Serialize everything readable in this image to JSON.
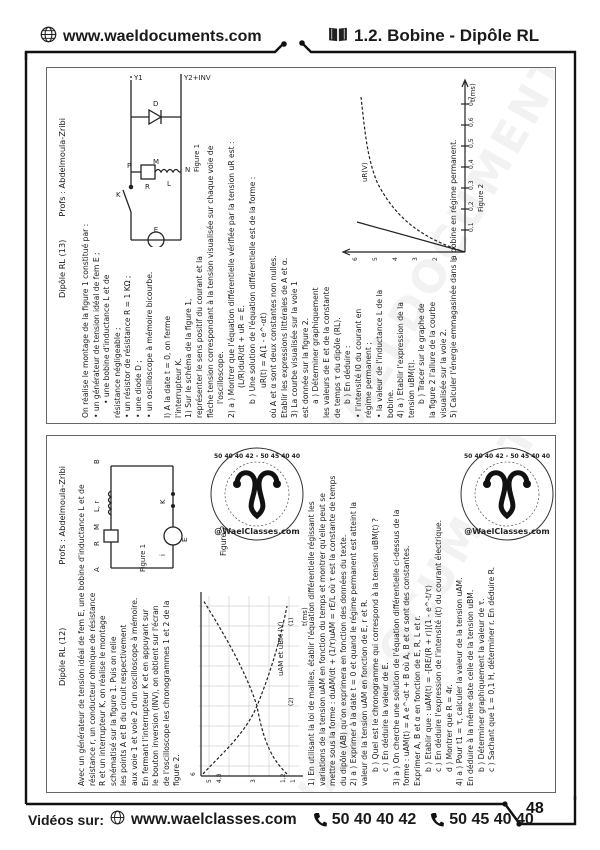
{
  "header": {
    "site": "www.waeldocuments.com",
    "chapter": "1.2. Bobine - Dipôle RL",
    "globe_icon": "globe-icon",
    "book_icon": "book-icon"
  },
  "footer": {
    "videos_label": "Vidéos sur:",
    "site": "www.waelclasses.com",
    "phone1": "50 40 40 42",
    "phone2": "50 45 40 40",
    "page_number": "48"
  },
  "stamp": {
    "ring_text": "50 40 40 42 - 50 45 40 40",
    "site": "@WaelClasses.com"
  },
  "exercise_13": {
    "title": "Dipôle RL (13)",
    "profs": "Profs : Abdelmoula-Zribi",
    "lines": [
      "On réalise le montage de la figure 1 constitué par :",
      "• un générateur de tension idéal de fem E ;",
      "• une bobine d'inductance L et de",
      "résistance négligeable ;",
      "• un résistor de résistance R = 1 KΩ ;",
      "• une diode D ;",
      "• un oscilloscope à mémoire bicourbe.",
      "",
      "I) A la date t = 0, on ferme",
      "l'interrupteur K.",
      "1) Sur le schéma de la figure 1,",
      "représenter le sens positif du courant et la",
      "flèche tension correspondant à la tension visualisée sur chaque voie de",
      "l'oscilloscope.",
      "2) a ) Montrer que l'équation différentielle vérifiée par la tension uR est :",
      "(L/R)duR/dt + uR = E.",
      "b ) Une solution de l'équation différentielle est de la forme :",
      "uR(t) = A(1 - e^-αt)",
      "où A et α sont deux constantes non nulles.",
      "Etablir les expressions littérales de A et α.",
      "3) La courbe visualisée sur la voie 1",
      "est donnée sur la figure 2.",
      "a ) Déterminer graphiquement",
      "les valeurs de E et de la constante",
      "de temps τ du dipôle (RL).",
      "b ) En déduire :",
      "• l'intensité I0 du courant en",
      "régime permanent ;",
      "• la valeur de l'inductance L de la",
      "bobine.",
      "4) a ) Etablir l'expression de la",
      "tension uBM(t).",
      "b ) Tracer sur le graphe de",
      "la figure 2 l'allure de la courbe",
      "visualisée sur la voie 2.",
      "5) Calculer l'énergie emmagasinée dans la bobine en régime permanent."
    ],
    "figure1": {
      "caption": "Figure 1",
      "labels": [
        "E",
        "K",
        "P",
        "R",
        "M",
        "L",
        "N",
        "D",
        "Y1",
        "Y2+INV"
      ]
    },
    "figure2": {
      "caption": "Figure 2",
      "ylabel": "uR(V)",
      "xlabel": "t(ms)"
    }
  },
  "exercise_12": {
    "title": "Dipôle RL (12)",
    "profs": "Profs : Abdelmoula-Zribi",
    "intro": [
      "Avec un générateur de tension idéal de fem E, une bobine d'inductance L et de",
      "résistance r, un conducteur ohmique de résistance",
      "R et un interrupteur K, on réalise le montage",
      "schématisé sur la figure 1. Puis on relie",
      "les points A et B du circuit respectivement",
      "aux voie 1 et voie 2 d'un oscilloscope à mémoire.",
      "En fermant l'interrupteur K et en appuyant sur",
      "le bouton inversion (INV), on obtient sur l'écran",
      "de l'oscilloscope les chronogrammes 1 et 2 de la",
      "figure 2."
    ],
    "questions": [
      "1) En utilisant la loi de mailles, établir l'équation différentielle régissant les",
      "variations de la tension uAM en fonction du temps et montrer qu'elle peut se",
      "mettre sous la forme : duAM/dt + (1/τ)uAM = rE/L  où τ est la constante de temps",
      "du dipôle (AB) qu'on exprimera en fonction des données du texte.",
      "2) a ) Exprimer à la date t = 0 et quand le régime permanent est atteint la",
      "valeur de la tension uAM en fonction de E, r et R.",
      "b ) Quel est le chronogramme qui correspond à la tension uBM(t) ?",
      "c ) En déduire la valeur de E.",
      "3) a ) On cherche une solution de l'équation différentielle ci-dessus de la",
      "forme : uAM(t) = A e^-αt + B  où A, B et α sont des constantes.",
      "Exprimer A, B et α en fonction de E, R, L et r.",
      "b ) Etablir que : uAM(t) = -[RE/(R + r)](1 - e^-t/τ)",
      "c ) En déduire l'expression de l'intensité i(t) du courant électrique.",
      "d ) Montrer que R = 4r.",
      "4) a ) Pour t1 = τ, calculer la valeur de la tension uAM.",
      "En déduire à la même date celle de la tension uBM.",
      "b ) Déterminer graphiquement la valeur de τ.",
      "c ) Sachant que L = 0,1 H, déterminer r. En déduire R."
    ],
    "figure1": {
      "caption": "Figure 1",
      "labels": [
        "E",
        "i",
        "K",
        "B",
        "L, r",
        "M",
        "R",
        "A"
      ]
    },
    "figure2": {
      "caption": "Figure 2",
      "ylabel": "uAM et uBM (V)",
      "xlabel": "t(ms)",
      "curves": [
        "(1)",
        "(2)"
      ],
      "y_ticks": [
        "6",
        "5",
        "4,8",
        "3",
        "1,2",
        "1"
      ]
    }
  }
}
